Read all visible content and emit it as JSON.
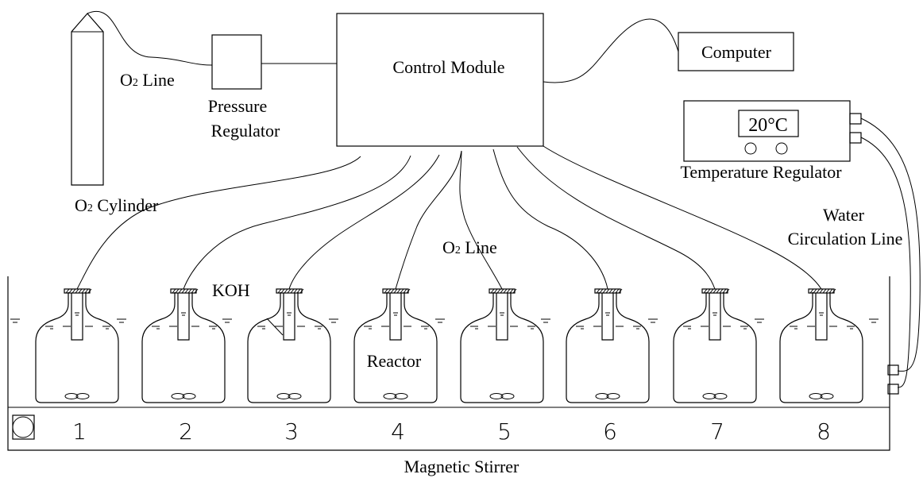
{
  "labels": {
    "o2_cylinder": "O",
    "o2_cylinder_sub": "2",
    "o2_cylinder_rest": " Cylinder",
    "o2_line_top": "O",
    "o2_line_top_sub": "2",
    "o2_line_top_rest": " Line",
    "pressure_regulator_1": "Pressure",
    "pressure_regulator_2": "Regulator",
    "control_module": "Control Module",
    "computer": "Computer",
    "temperature_display": "20°C",
    "temperature_regulator": "Temperature Regulator",
    "water_line_1": "Water",
    "water_line_2": "Circulation Line",
    "o2_line_mid": "O",
    "o2_line_mid_sub": "2",
    "o2_line_mid_rest": "  Line",
    "koh": "KOH",
    "reactor": "Reactor",
    "magnetic_stirrer": "Magnetic Stirrer"
  },
  "reactor_numbers": [
    "1",
    "2",
    "3",
    "4",
    "5",
    "6",
    "7",
    "8"
  ]
}
